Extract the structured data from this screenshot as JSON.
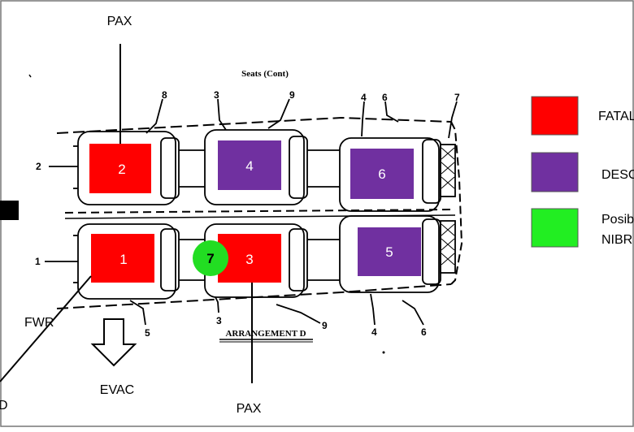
{
  "header": {
    "pax_top": "PAX"
  },
  "footer": {
    "pax_bottom": "PAX",
    "evac": "EVAC",
    "fwr": "FWR",
    "cut_label": "D"
  },
  "diagram": {
    "title": "Seats (Cont)",
    "arrangement": "ARRANGEMENT D",
    "callouts": {
      "c1": "1",
      "c2": "2",
      "c3_top": "3",
      "c3_bot": "3",
      "c4_top": "4",
      "c4_bot": "4",
      "c5": "5",
      "c6_top": "6",
      "c6_bot": "6",
      "c7": "7",
      "c8": "8",
      "c9_top": "9",
      "c9_bot": "9"
    },
    "seats": [
      {
        "id": "1",
        "status": "fatal"
      },
      {
        "id": "2",
        "status": "fatal"
      },
      {
        "id": "3",
        "status": "fatal"
      },
      {
        "id": "4",
        "status": "desc"
      },
      {
        "id": "5",
        "status": "desc"
      },
      {
        "id": "6",
        "status": "desc"
      }
    ],
    "marker": {
      "label": "7",
      "color": "#22dd22"
    }
  },
  "legend": [
    {
      "label": "FATAL",
      "color": "#ff0000"
    },
    {
      "label": "DESC",
      "color": "#7030a0"
    },
    {
      "label_line1": "Posib",
      "label_line2": "NIBR",
      "color": "#22ee22"
    }
  ],
  "colors": {
    "fatal": "#ff0000",
    "desc": "#7030a0",
    "possible": "#22ee22",
    "line": "#000000"
  }
}
